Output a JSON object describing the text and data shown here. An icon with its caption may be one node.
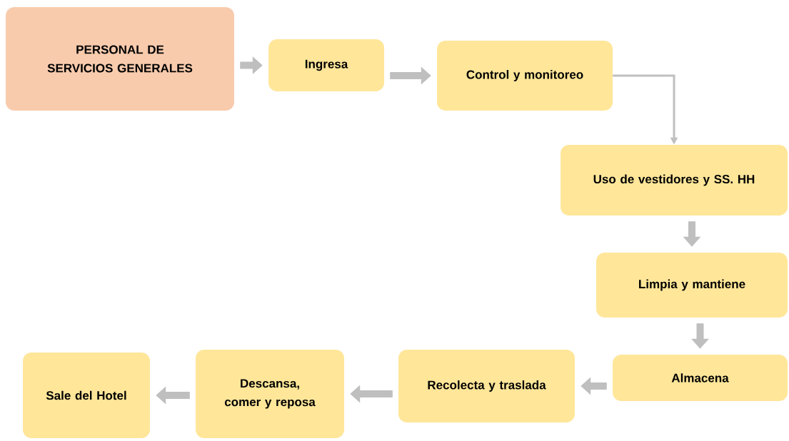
{
  "diagram": {
    "nodes": [
      {
        "text": [
          "PERSONAL DE SERVICIOS GENERALES"
        ]
      },
      {
        "text": [
          "Ingresa"
        ]
      },
      {
        "text": [
          "Control y monitoreo"
        ]
      },
      {
        "text": [
          "Uso de vestidores y SS. HH"
        ]
      },
      {
        "text": [
          "Limpia y mantiene"
        ]
      },
      {
        "text": [
          "Almacena"
        ]
      },
      {
        "text": [
          "Recolecta y traslada"
        ]
      },
      {
        "text": [
          "Descansa, comer y reposa"
        ]
      },
      {
        "text": [
          "Sale del Hotel"
        ]
      }
    ],
    "edges": [
      {
        "from": 0,
        "to": 1,
        "arrow": "to"
      },
      {
        "from": 1,
        "to": 2,
        "arrow": "to"
      },
      {
        "from": 2,
        "to": 3,
        "arrow": "to"
      },
      {
        "from": 3,
        "to": 4,
        "arrow": "to"
      },
      {
        "from": 4,
        "to": 5,
        "arrow": "to"
      },
      {
        "from": 5,
        "to": 6,
        "arrow": "to"
      },
      {
        "from": 6,
        "to": 7,
        "arrow": "to"
      },
      {
        "from": 7,
        "to": 8,
        "arrow": "to"
      }
    ]
  }
}
